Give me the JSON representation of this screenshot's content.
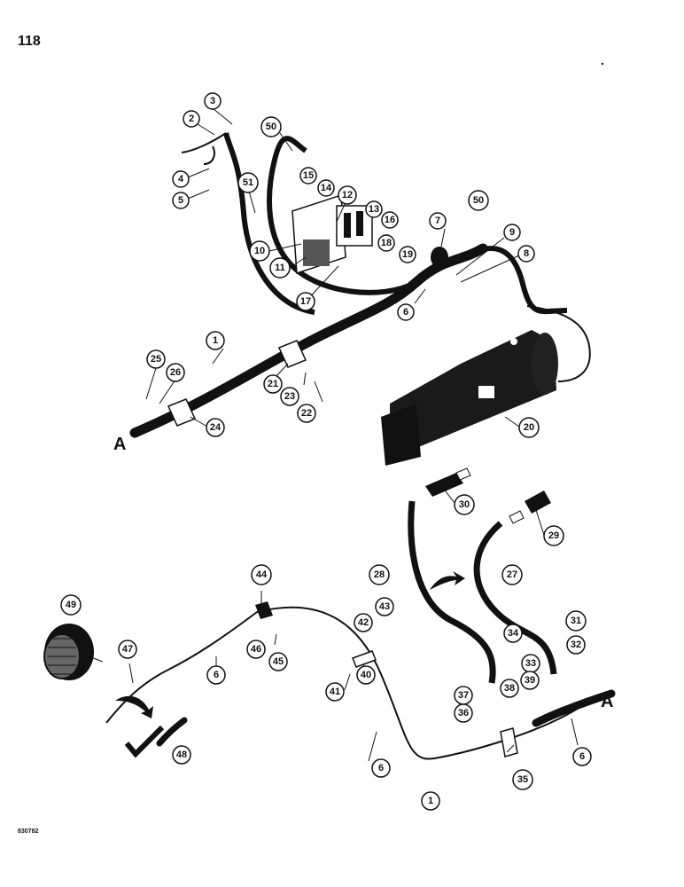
{
  "page_number": "118",
  "drawing_number": "830782",
  "connector_label": "A",
  "callouts": [
    {
      "id": "c3",
      "label": "3"
    },
    {
      "id": "c2",
      "label": "2"
    },
    {
      "id": "c4",
      "label": "4"
    },
    {
      "id": "c5",
      "label": "5"
    },
    {
      "id": "c50a",
      "label": "50"
    },
    {
      "id": "c15",
      "label": "15"
    },
    {
      "id": "c14",
      "label": "14"
    },
    {
      "id": "c51",
      "label": "51"
    },
    {
      "id": "c12",
      "label": "12"
    },
    {
      "id": "c13",
      "label": "13"
    },
    {
      "id": "c16",
      "label": "16"
    },
    {
      "id": "c10",
      "label": "10"
    },
    {
      "id": "c18",
      "label": "18"
    },
    {
      "id": "c11",
      "label": "11"
    },
    {
      "id": "c19",
      "label": "19"
    },
    {
      "id": "c17",
      "label": "17"
    },
    {
      "id": "c7",
      "label": "7"
    },
    {
      "id": "c50b",
      "label": "50"
    },
    {
      "id": "c9",
      "label": "9"
    },
    {
      "id": "c8",
      "label": "8"
    },
    {
      "id": "c6a",
      "label": "6"
    },
    {
      "id": "c1a",
      "label": "1"
    },
    {
      "id": "c25",
      "label": "25"
    },
    {
      "id": "c26",
      "label": "26"
    },
    {
      "id": "c21",
      "label": "21"
    },
    {
      "id": "c23",
      "label": "23"
    },
    {
      "id": "c22",
      "label": "22"
    },
    {
      "id": "c24",
      "label": "24"
    },
    {
      "id": "c20",
      "label": "20"
    },
    {
      "id": "c30",
      "label": "30"
    },
    {
      "id": "c29",
      "label": "29"
    },
    {
      "id": "c28",
      "label": "28"
    },
    {
      "id": "c27",
      "label": "27"
    },
    {
      "id": "c49",
      "label": "49"
    },
    {
      "id": "c44",
      "label": "44"
    },
    {
      "id": "c43",
      "label": "43"
    },
    {
      "id": "c42",
      "label": "42"
    },
    {
      "id": "c31",
      "label": "31"
    },
    {
      "id": "c34",
      "label": "34"
    },
    {
      "id": "c32",
      "label": "32"
    },
    {
      "id": "c47",
      "label": "47"
    },
    {
      "id": "c46",
      "label": "46"
    },
    {
      "id": "c45",
      "label": "45"
    },
    {
      "id": "c6b",
      "label": "6"
    },
    {
      "id": "c40",
      "label": "40"
    },
    {
      "id": "c33",
      "label": "33"
    },
    {
      "id": "c41",
      "label": "41"
    },
    {
      "id": "c37",
      "label": "37"
    },
    {
      "id": "c36",
      "label": "36"
    },
    {
      "id": "c38",
      "label": "38"
    },
    {
      "id": "c39",
      "label": "39"
    },
    {
      "id": "c48",
      "label": "48"
    },
    {
      "id": "c6c",
      "label": "6"
    },
    {
      "id": "c35",
      "label": "35"
    },
    {
      "id": "c6d",
      "label": "6"
    },
    {
      "id": "c1b",
      "label": "1"
    }
  ]
}
